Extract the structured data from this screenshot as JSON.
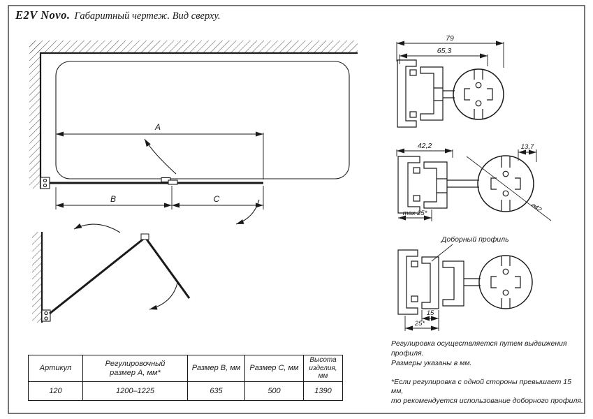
{
  "title": {
    "model": "E2V Novo.",
    "text": "Габаритный чертеж. Вид сверху."
  },
  "top_view": {
    "dim_a": "A",
    "dim_b": "B",
    "dim_c": "C"
  },
  "profile_top": {
    "dim_width": "79",
    "dim_inner": "65,3"
  },
  "profile_middle": {
    "dim_width": "42,2",
    "dim_gap": "13,7",
    "dim_max": "max 25*",
    "dim_diameter": "⌀42"
  },
  "profile_bottom": {
    "label": "Доборный профиль",
    "dim_insert": "15",
    "dim_total": "25*"
  },
  "notes": {
    "line1": "Регулировка осуществляется путем выдвижения профиля.",
    "line2": "Размеры указаны в мм.",
    "line3": "*Если регулировка с одной стороны превышает 15 мм,",
    "line4": "то рекомендуется использование доборного профиля."
  },
  "table": {
    "headers": [
      "Артикул",
      "Регулировочный\nразмер А, мм*",
      "Размер В, мм",
      "Размер С, мм",
      "Высота\nизделия,\nмм"
    ],
    "row": [
      "120",
      "1200–1225",
      "635",
      "500",
      "1390"
    ]
  }
}
